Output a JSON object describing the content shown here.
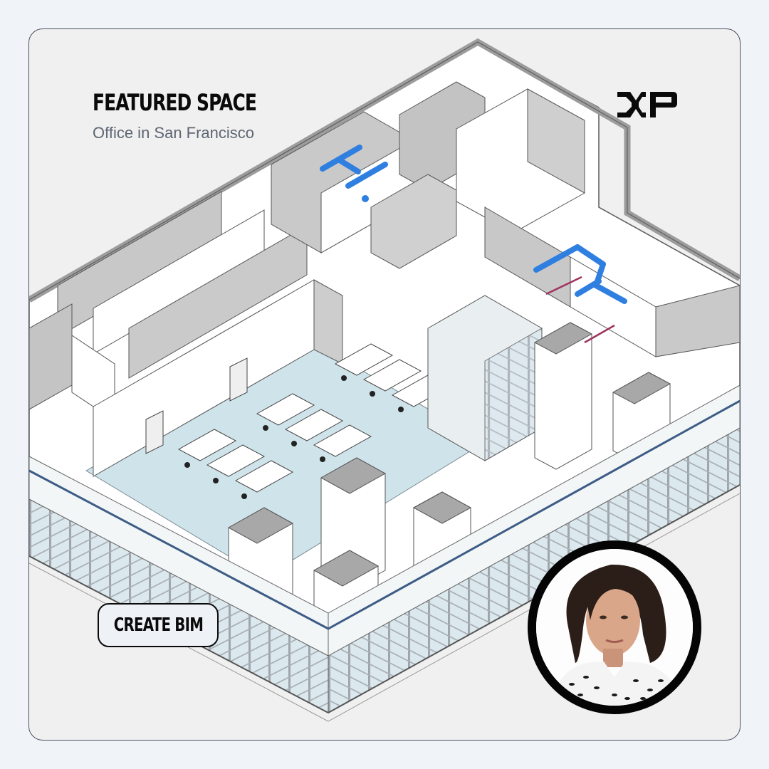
{
  "header": {
    "title": "Featured Space",
    "subtitle": "Office in San Francisco"
  },
  "logo": {
    "text": "XP",
    "icon": "brand-logo-icon"
  },
  "cta": {
    "label": "Create BIM"
  },
  "illustration": {
    "description": "Isometric BIM model of an office floor plan",
    "icon": "building-model-illustration"
  },
  "avatar": {
    "icon": "person-portrait"
  },
  "colors": {
    "page_bg": "#f0f4f8",
    "card_bg": "#f0f0f0",
    "card_border": "#4a5160",
    "title": "#0a0a0a",
    "subtitle": "#5d6673",
    "duct_blue": "#2f7fe0",
    "floor_blue": "#cfe3ea",
    "wall_gray": "#c6c6c6",
    "pipe_magenta": "#a0335f"
  }
}
